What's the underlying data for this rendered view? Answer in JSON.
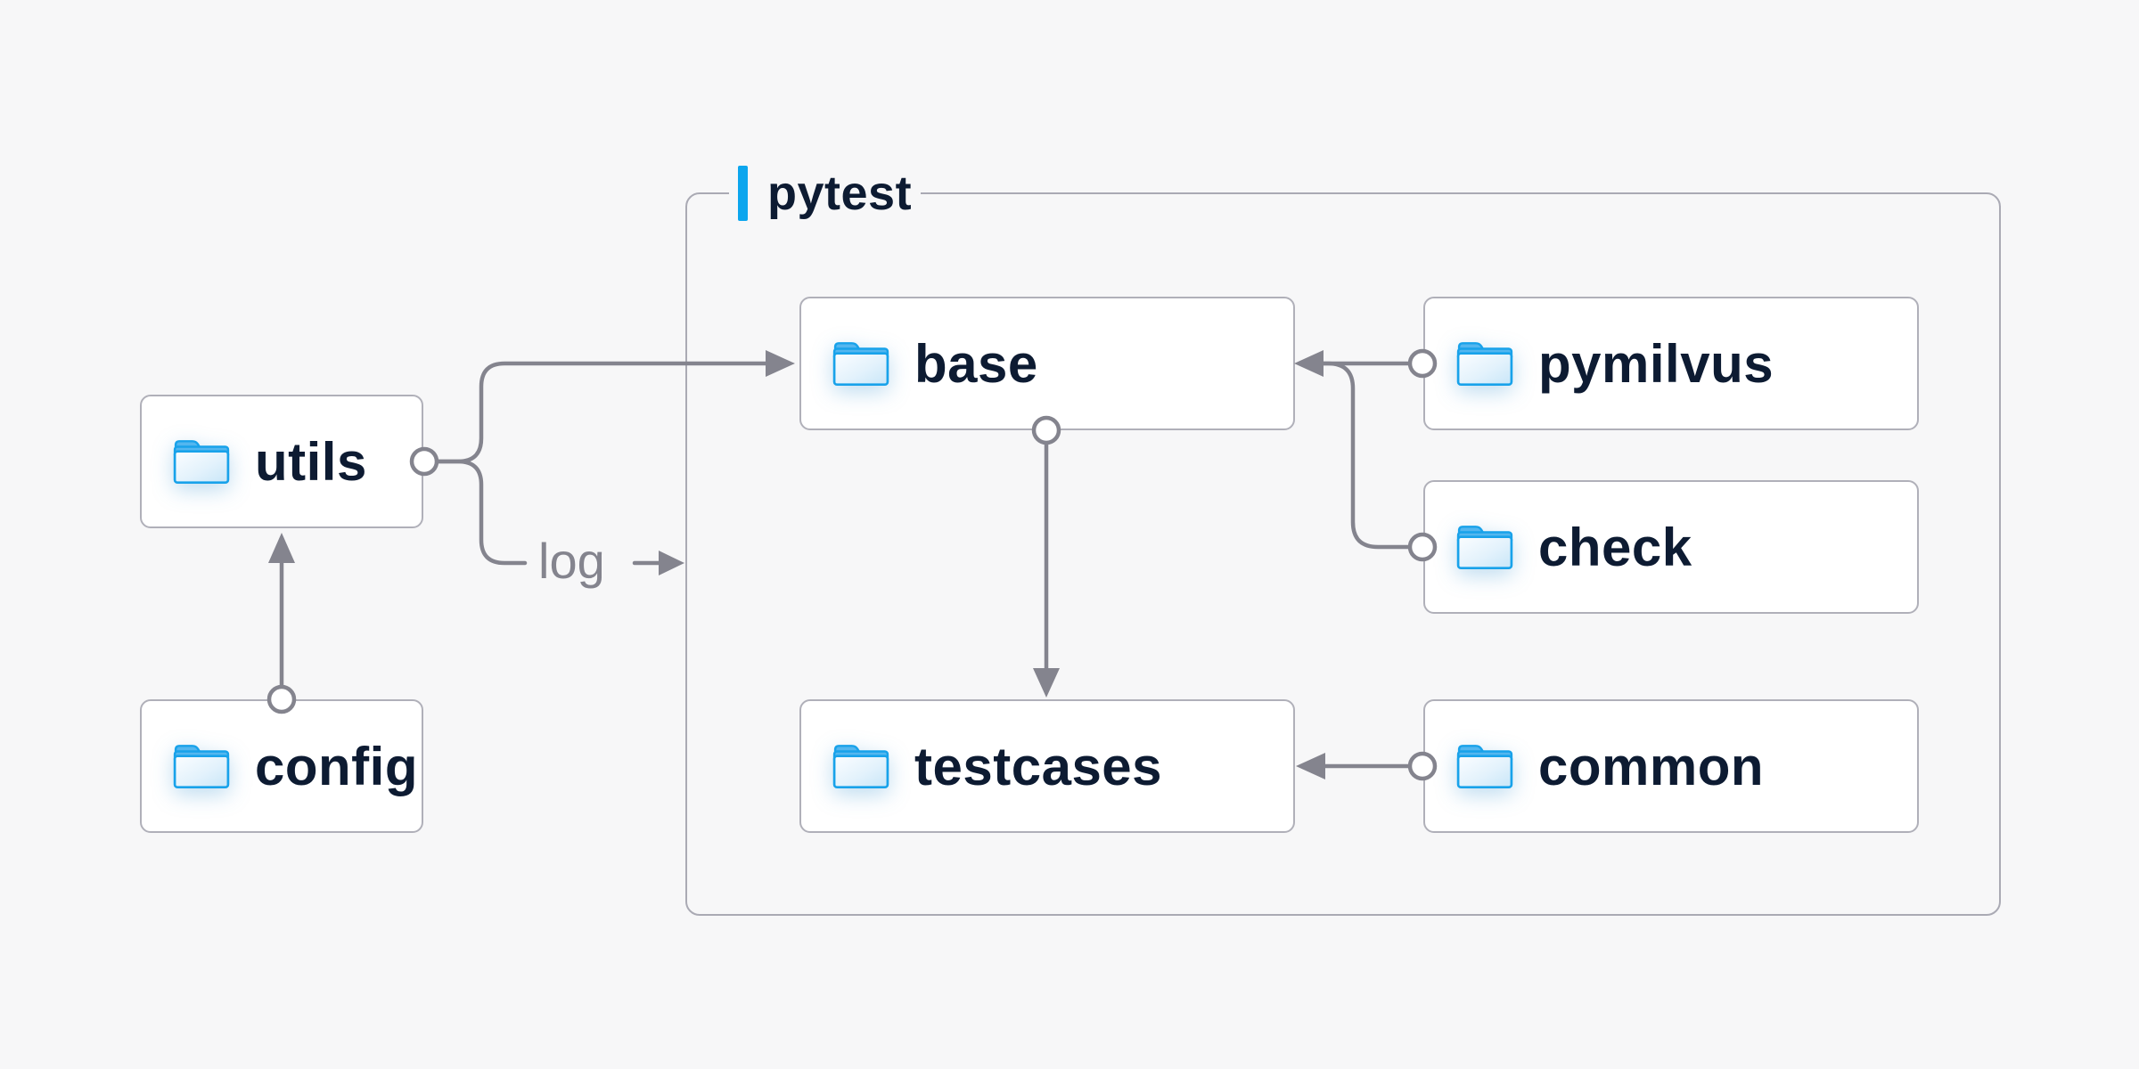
{
  "container": {
    "label": "pytest"
  },
  "nodes": {
    "utils": {
      "label": "utils"
    },
    "config": {
      "label": "config"
    },
    "base": {
      "label": "base"
    },
    "pymilvus": {
      "label": "pymilvus"
    },
    "check": {
      "label": "check"
    },
    "testcases": {
      "label": "testcases"
    },
    "common": {
      "label": "common"
    }
  },
  "edges": {
    "config_utils": {
      "from": "config",
      "to": "utils"
    },
    "utils_base": {
      "from": "utils",
      "to": "base"
    },
    "utils_log": {
      "from": "utils",
      "to": "pytest",
      "label": "log"
    },
    "pymilvus_base": {
      "from": "pymilvus",
      "to": "base"
    },
    "check_base": {
      "from": "check",
      "to": "base"
    },
    "base_testcases": {
      "from": "base",
      "to": "testcases"
    },
    "common_testcases": {
      "from": "common",
      "to": "testcases"
    }
  },
  "icons": {
    "node_icon": "folder-icon",
    "group_marker": "accent-bar"
  },
  "colors": {
    "background": "#f7f7f8",
    "box_fill": "#ffffff",
    "box_border": "#b0b0b9",
    "group_border": "#aaaab4",
    "line_gray": "#84848e",
    "text_dark": "#0d1b32",
    "accent_blue": "#0ca6ee",
    "folder_blue": "#18a2ea"
  }
}
